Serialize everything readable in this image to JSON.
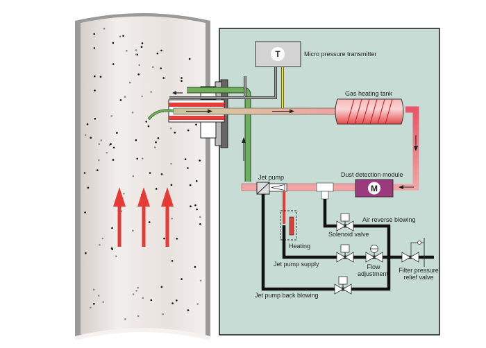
{
  "diagram": {
    "title": "Dust detection sampling system",
    "colors": {
      "panel_bg": "#c6dcd5",
      "chimney_wall": "#9a9a9a",
      "chimney_fill": "#ece6e2",
      "flow_arrow": "#e53a35",
      "hot_pipe": "#f0a4a4",
      "green_pipe": "#6fae5a",
      "black_line": "#111111",
      "module_purple": "#9b3a7c",
      "heater_red": "#e8332f",
      "signal_yellow": "#f2e34a",
      "signal_gray": "#777777"
    },
    "labels": {
      "micro_pressure_transmitter": "Micro pressure transmitter",
      "transmitter_symbol": "T",
      "gas_heating_tank": "Gas heating tank",
      "dust_detection_module": "Dust detection module",
      "module_symbol": "M",
      "jet_pump": "Jet pump",
      "heating": "Heating",
      "air_reverse_blowing": "Air reverse blowing",
      "solenoid_valve": "Solenoid valve",
      "jet_pump_supply": "Jet pump supply",
      "flow_adjustment_1": "Flow",
      "flow_adjustment_2": "adjustment",
      "filter_relief_1": "Filter pressure",
      "filter_relief_2": "relief valve",
      "jet_pump_back_blowing": "Jet pump back blowing"
    },
    "chimney": {
      "flow_direction": "up",
      "flow_arrow_count": 3
    }
  }
}
